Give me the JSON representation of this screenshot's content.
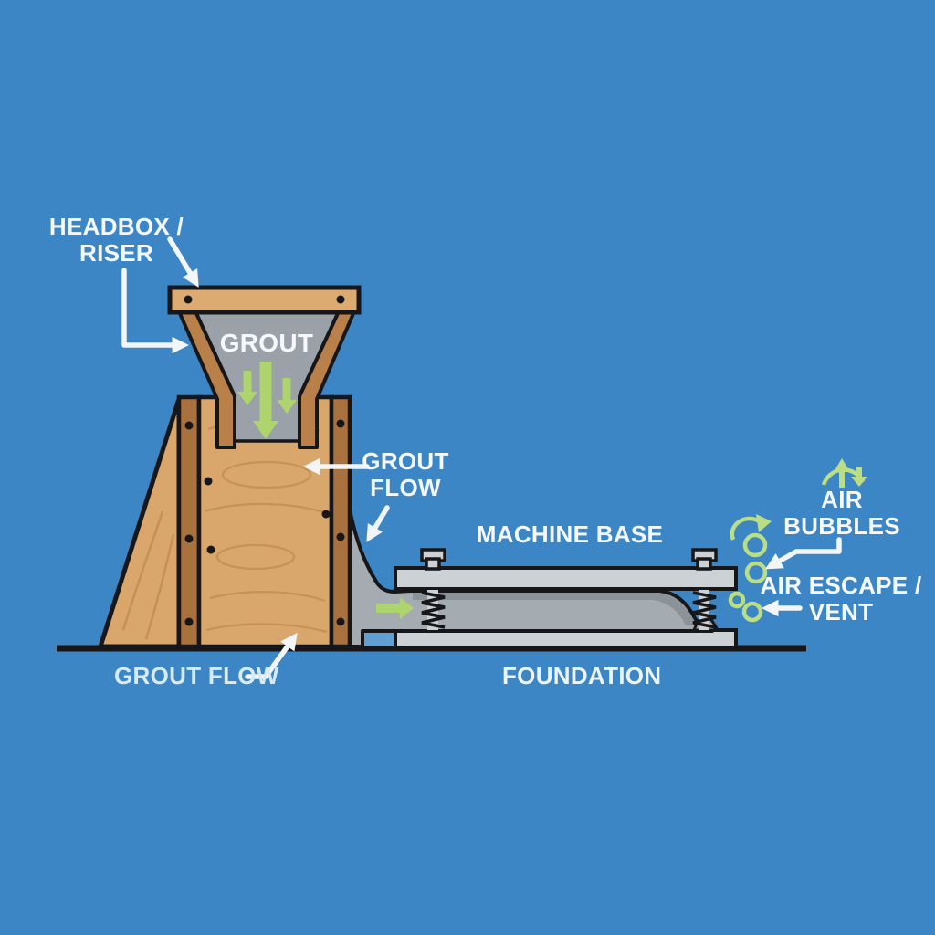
{
  "diagram": {
    "subject": "machine-grouting-cross-section",
    "background_color": "#3d86c5",
    "labels": {
      "headbox_riser": {
        "line1": "HEADBOX /",
        "line2": "RISER"
      },
      "grout": "GROUT",
      "grout_flow_upper": {
        "line1": "GROUT",
        "line2": "FLOW"
      },
      "machine_base": "MACHINE BASE",
      "air_bubbles": {
        "line1": "AIR",
        "line2": "BUBBLES"
      },
      "air_escape_vent": {
        "line1": "AIR ESCAPE /",
        "line2": "VENT"
      },
      "grout_flow_lower": "GROUT FLOW",
      "foundation": "FOUNDATION"
    },
    "colors": {
      "background": "#3d86c5",
      "ground_highlight_blue": "#5f9fd2",
      "outline": "#17171a",
      "wood_light": "#d9a76b",
      "wood_batten_dark": "#a8713e",
      "wood_funnel_trim": "#b98049",
      "wood_grain": "#c18b50",
      "grout_gray": "#a4abb1",
      "grout_shadow_gray": "#8b9298",
      "funnel_grout_gray": "#9aa1a9",
      "plate_gray": "#ccd1d5",
      "accent_green": "#aed46e",
      "bubble_green": "#b9de85",
      "annotation_white": "#f2f6f8"
    },
    "icons": [
      "grout-pour-down-arrow-icon",
      "grout-flow-right-arrow-icon",
      "air-bubble-circles-icon",
      "air-circulation-arc-icon",
      "white-pointer-arrow-icon"
    ]
  }
}
